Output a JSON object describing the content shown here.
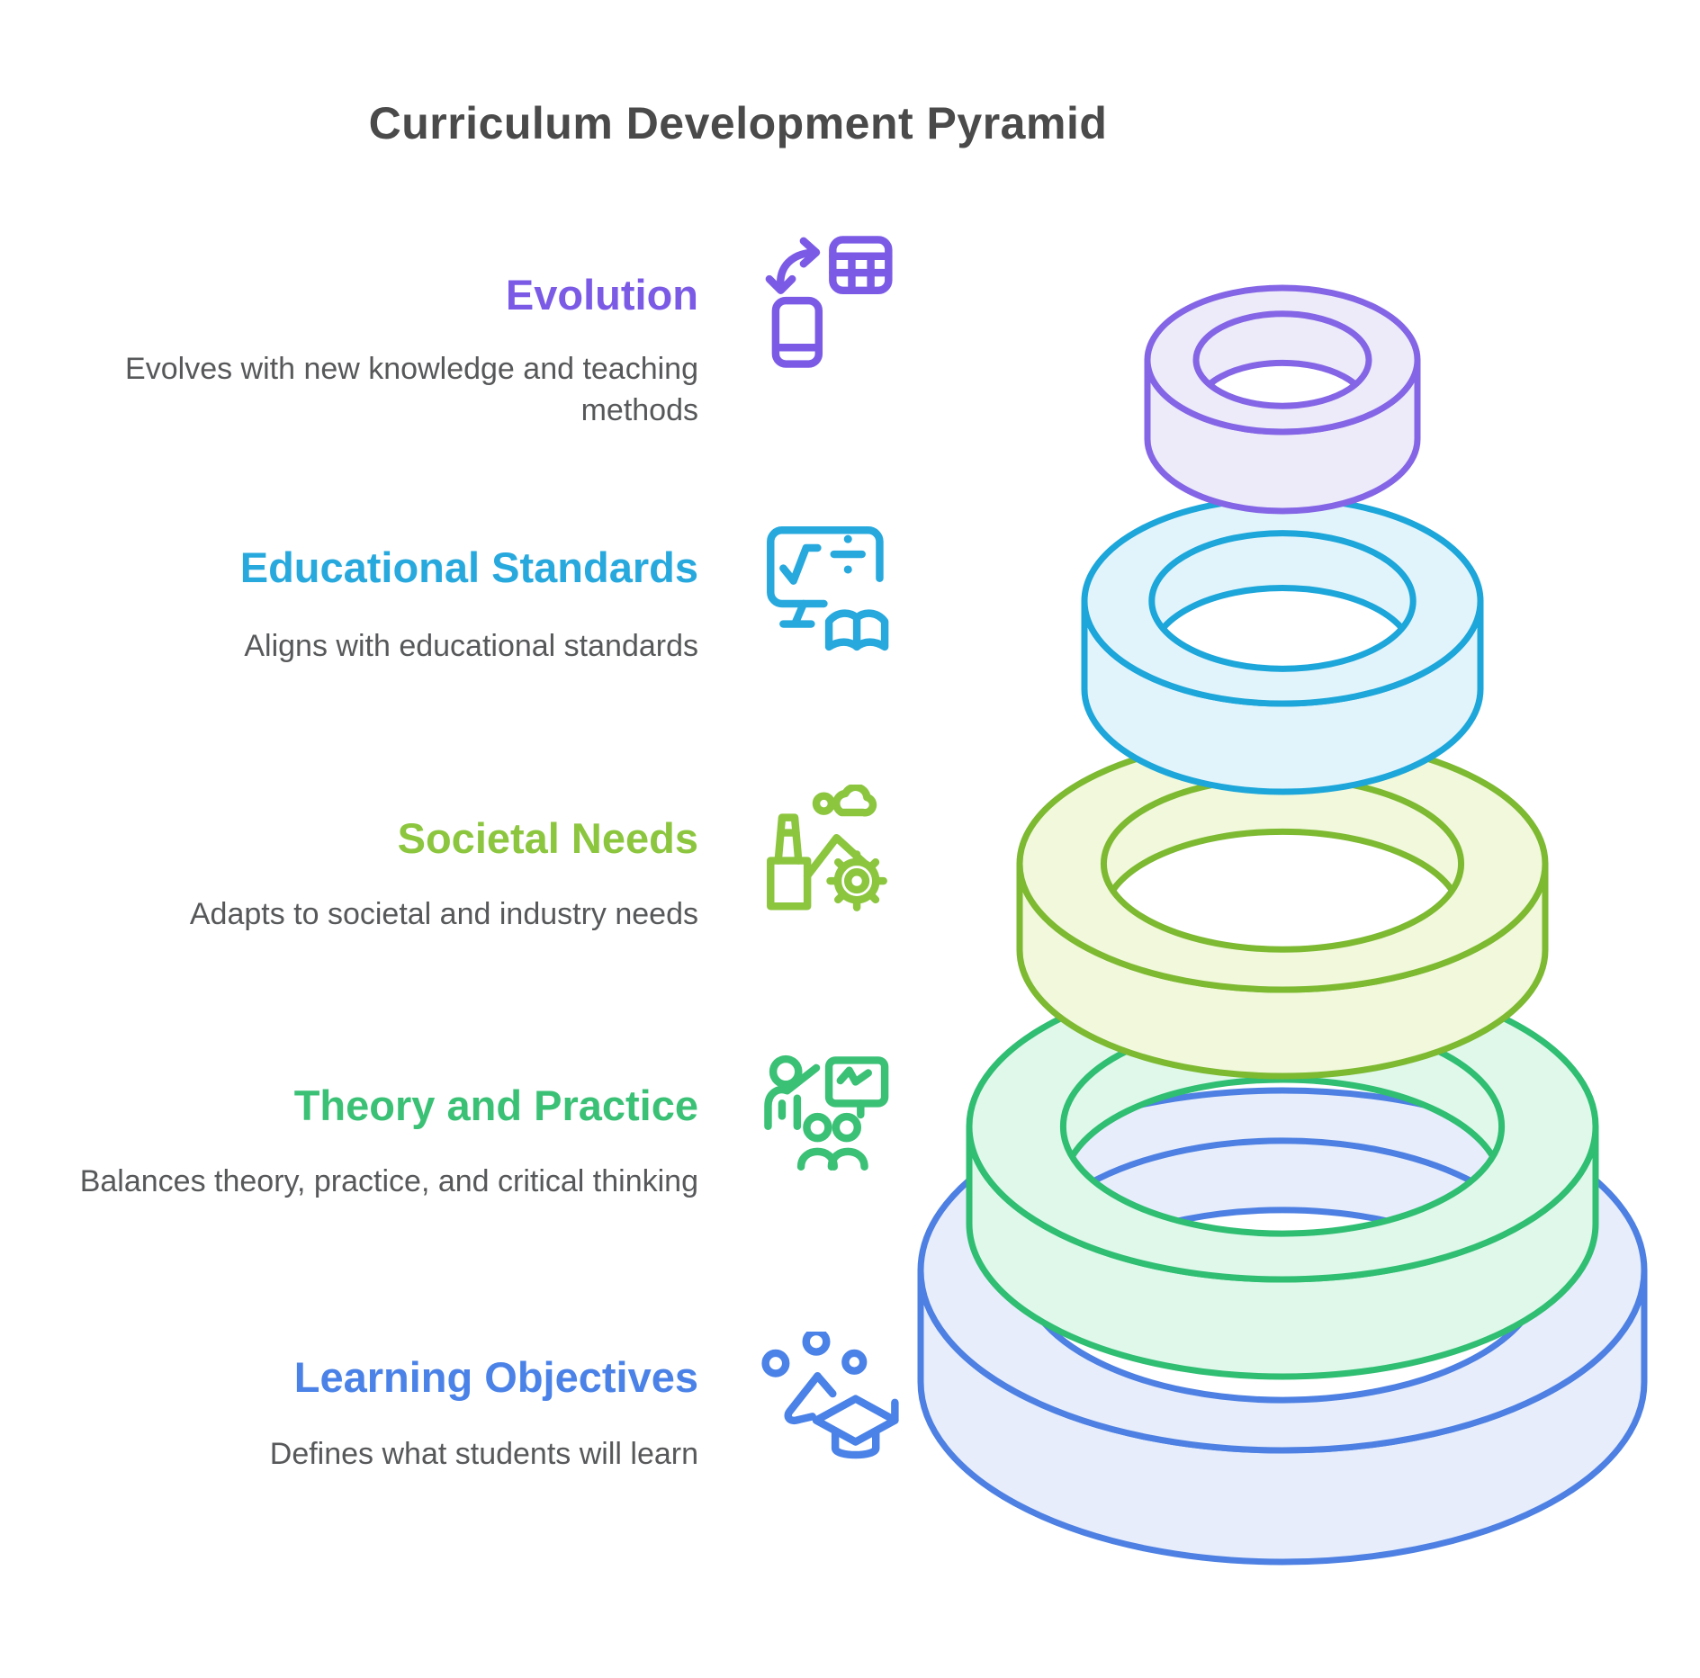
{
  "title": "Curriculum Development Pyramid",
  "colors": {
    "background": "#FFFFFF",
    "title_text": "#4A4A4A",
    "description_text": "#57585A"
  },
  "levels": [
    {
      "name": "Evolution",
      "description": "Evolves with new knowledge and teaching methods",
      "heading_color": "#7B5BE6",
      "ring_stroke": "#8465E5",
      "ring_fill": "#EDEBF9",
      "icon": "device-sync-icon"
    },
    {
      "name": "Educational Standards",
      "description": "Aligns with educational standards",
      "heading_color": "#27A9DE",
      "ring_stroke": "#1CA6DA",
      "ring_fill": "#E2F4FB",
      "icon": "math-board-book-icon"
    },
    {
      "name": "Societal Needs",
      "description": "Adapts to societal and industry needs",
      "heading_color": "#8CC63F",
      "ring_stroke": "#7DB931",
      "ring_fill": "#F1F8DB",
      "icon": "factory-gear-icon"
    },
    {
      "name": "Theory and Practice",
      "description": "Balances theory, practice, and critical thinking",
      "heading_color": "#3BC176",
      "ring_stroke": "#2FBE72",
      "ring_fill": "#DFF8EA",
      "icon": "teacher-board-icon"
    },
    {
      "name": "Learning Objectives",
      "description": "Defines what students will learn",
      "heading_color": "#4A82E8",
      "ring_stroke": "#4D80E2",
      "ring_fill": "#E7EDFB",
      "icon": "goal-cap-icon"
    }
  ]
}
